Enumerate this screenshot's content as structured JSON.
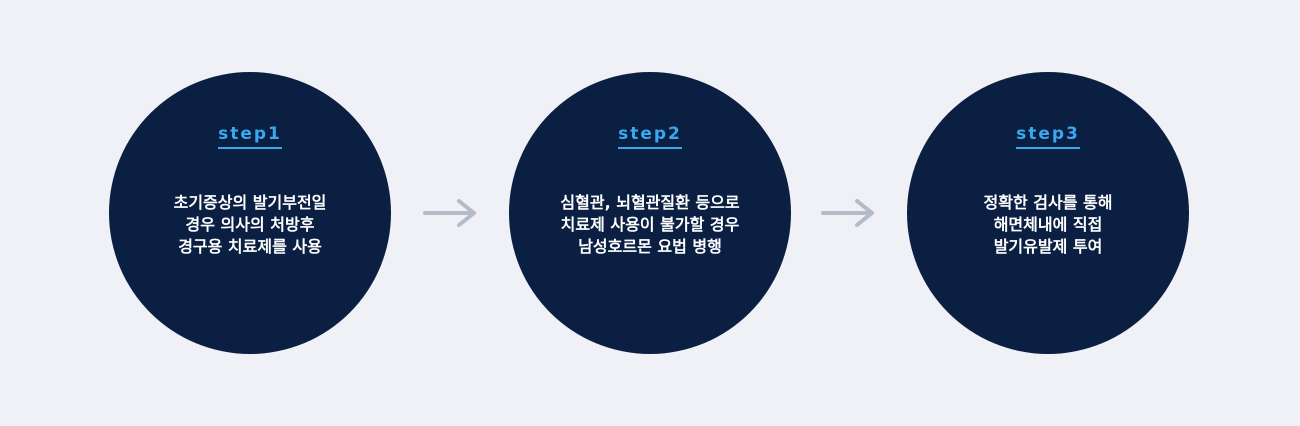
{
  "steps": [
    {
      "label": "step1",
      "lines": [
        "초기증상의 발기부전일",
        "경우 의사의 처방후",
        "경구용 치료제를 사용"
      ]
    },
    {
      "label": "step2",
      "lines": [
        "심혈관, 뇌혈관질환 등으로",
        "치료제 사용이 불가할 경우",
        "남성호르몬 요법 병행"
      ]
    },
    {
      "label": "step3",
      "lines": [
        "정확한 검사를 통해",
        "해면체내에 직접",
        "발기유발제 투여"
      ]
    }
  ],
  "icons": {
    "arrow": "arrow-right-icon"
  },
  "colors": {
    "background": "#f0f1f6",
    "circle": "#0b1f43",
    "accent": "#3aa8ee",
    "arrow": "#b3bac8",
    "text": "#ffffff"
  }
}
